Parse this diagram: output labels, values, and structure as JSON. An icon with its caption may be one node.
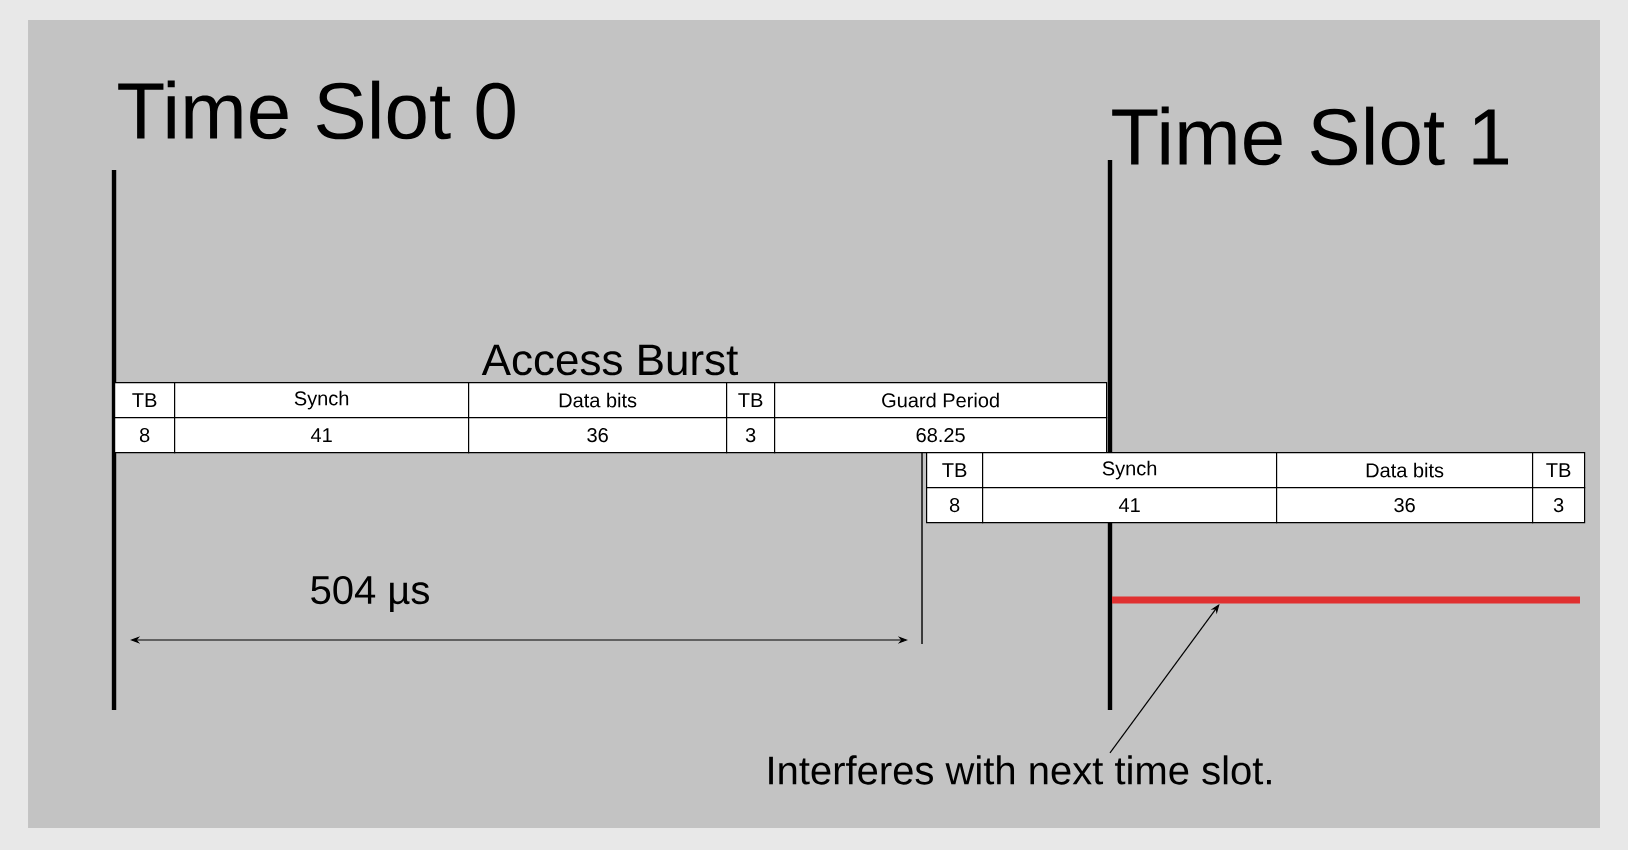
{
  "diagram": {
    "nodes": [
      {
        "text": [
          "Interferes with next time slot."
        ]
      },
      {
        "text": [],
        "shape": "bar"
      }
    ],
    "edges": [
      {
        "from": 0,
        "to": 1,
        "arrow": "to"
      }
    ],
    "labels": [
      "Time Slot 0",
      "Time Slot 1",
      "Access Burst",
      "TB",
      "Synch",
      "Data bits",
      "TB",
      "Guard Period",
      "8",
      "41",
      "36",
      "3",
      "68.25",
      "TB",
      "Synch",
      "Data bits",
      "TB",
      "8",
      "41",
      "36",
      "3",
      "504 µs"
    ]
  }
}
